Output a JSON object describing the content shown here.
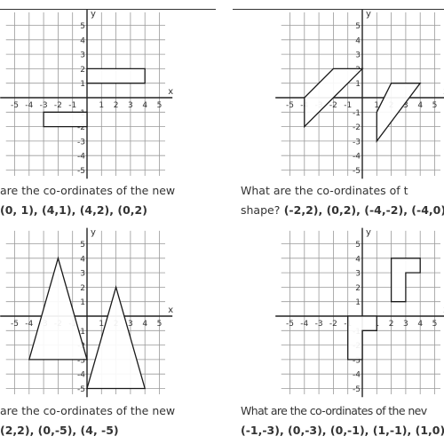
{
  "axes": {
    "x_label": "x",
    "y_label": "y",
    "x_ticks": [
      "-5",
      "-4",
      "-3",
      "-2",
      "-1",
      "1",
      "2",
      "3",
      "4",
      "5"
    ],
    "y_ticks": [
      "5",
      "4",
      "3",
      "2",
      "1",
      "-1",
      "-2",
      "-3",
      "-4",
      "-5"
    ]
  },
  "panels": [
    {
      "id": "top-left",
      "question": "are the co-ordinates of the new",
      "answer_prefix": "",
      "answer": "(0, 1), (4,1), (4,2), (0,2)",
      "shapes": [
        [
          [
            0,
            1
          ],
          [
            4,
            1
          ],
          [
            4,
            2
          ],
          [
            0,
            2
          ]
        ],
        [
          [
            -3,
            -1
          ],
          [
            0,
            -1
          ],
          [
            0,
            -2
          ],
          [
            -3,
            -2
          ]
        ]
      ]
    },
    {
      "id": "top-right",
      "question": "What are the co-ordinates of t",
      "answer_prefix": "shape?",
      "answer": "(-2,2), (0,2), (-4,-2), (-4,0)",
      "shapes": [
        [
          [
            -2,
            2
          ],
          [
            0,
            2
          ],
          [
            -4,
            -2
          ],
          [
            -4,
            0
          ]
        ],
        [
          [
            2,
            1
          ],
          [
            4,
            1
          ],
          [
            1,
            -3
          ],
          [
            1,
            -1
          ]
        ]
      ]
    },
    {
      "id": "bottom-left",
      "question": "are the co-ordinates of the new",
      "answer_prefix": "",
      "answer": "(2,2), (0,-5), (4, -5)",
      "shapes": [
        [
          [
            -2,
            4
          ],
          [
            -4,
            -3
          ],
          [
            0,
            -3
          ]
        ],
        [
          [
            2,
            2
          ],
          [
            0,
            -5
          ],
          [
            4,
            -5
          ]
        ]
      ]
    },
    {
      "id": "bottom-right",
      "question": "What are the co-ordinates of the nev",
      "answer_prefix": "",
      "answer": "(-1,-3), (0,-3), (0,-1), (1,-1), (1,0)",
      "shapes": [
        [
          [
            2,
            4
          ],
          [
            4,
            4
          ],
          [
            4,
            3
          ],
          [
            3,
            3
          ],
          [
            3,
            1
          ],
          [
            2,
            1
          ]
        ],
        [
          [
            -1,
            -3
          ],
          [
            0,
            -3
          ],
          [
            0,
            -1
          ],
          [
            1,
            -1
          ],
          [
            1,
            0
          ],
          [
            -1,
            0
          ]
        ]
      ]
    }
  ]
}
